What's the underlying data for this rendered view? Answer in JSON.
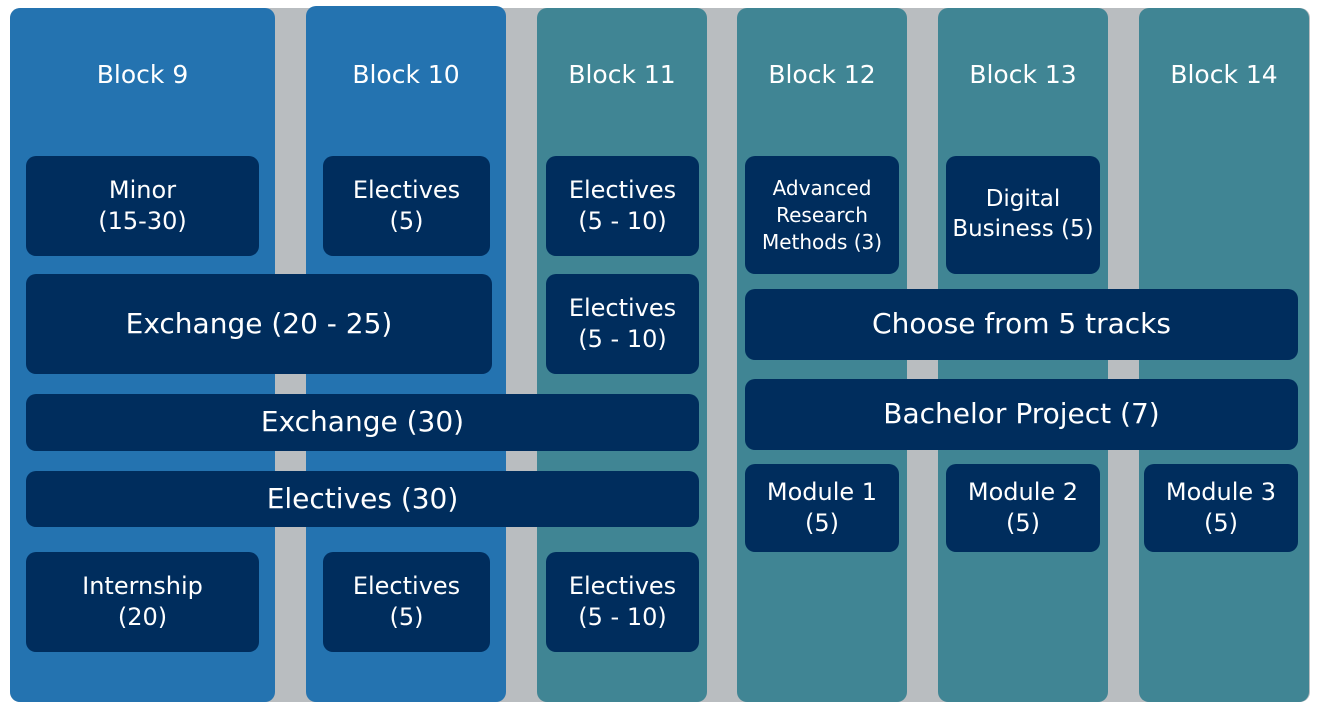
{
  "colors": {
    "background": "#b9bdc0",
    "column_blue": "#2473b0",
    "column_teal": "#408594",
    "box": "#002d5d",
    "text": "#ffffff"
  },
  "blocks": [
    {
      "label": "Block 9",
      "color": "column_blue"
    },
    {
      "label": "Block 10",
      "color": "column_blue"
    },
    {
      "label": "Block 11",
      "color": "column_teal"
    },
    {
      "label": "Block 12",
      "color": "column_teal"
    },
    {
      "label": "Block 13",
      "color": "column_teal"
    },
    {
      "label": "Block 14",
      "color": "column_teal"
    }
  ],
  "modules": {
    "minor": "Minor\n(15-30)",
    "electives_b10_top": "Electives\n(5)",
    "electives_b11_top": "Electives\n(5 - 10)",
    "advanced_research": "Advanced\nResearch\nMethods (3)",
    "digital_business": "Digital\nBusiness (5)",
    "exchange_20_25": "Exchange (20 - 25)",
    "electives_b11_mid": "Electives\n(5 - 10)",
    "choose_tracks": "Choose from 5 tracks",
    "exchange_30": "Exchange (30)",
    "bachelor_project": "Bachelor Project (7)",
    "electives_30": "Electives (30)",
    "module_1": "Module 1\n(5)",
    "module_2": "Module 2\n(5)",
    "module_3": "Module 3\n(5)",
    "internship": "Internship\n(20)",
    "electives_b10_bottom": "Electives\n(5)",
    "electives_b11_bottom": "Electives\n(5 - 10)"
  }
}
